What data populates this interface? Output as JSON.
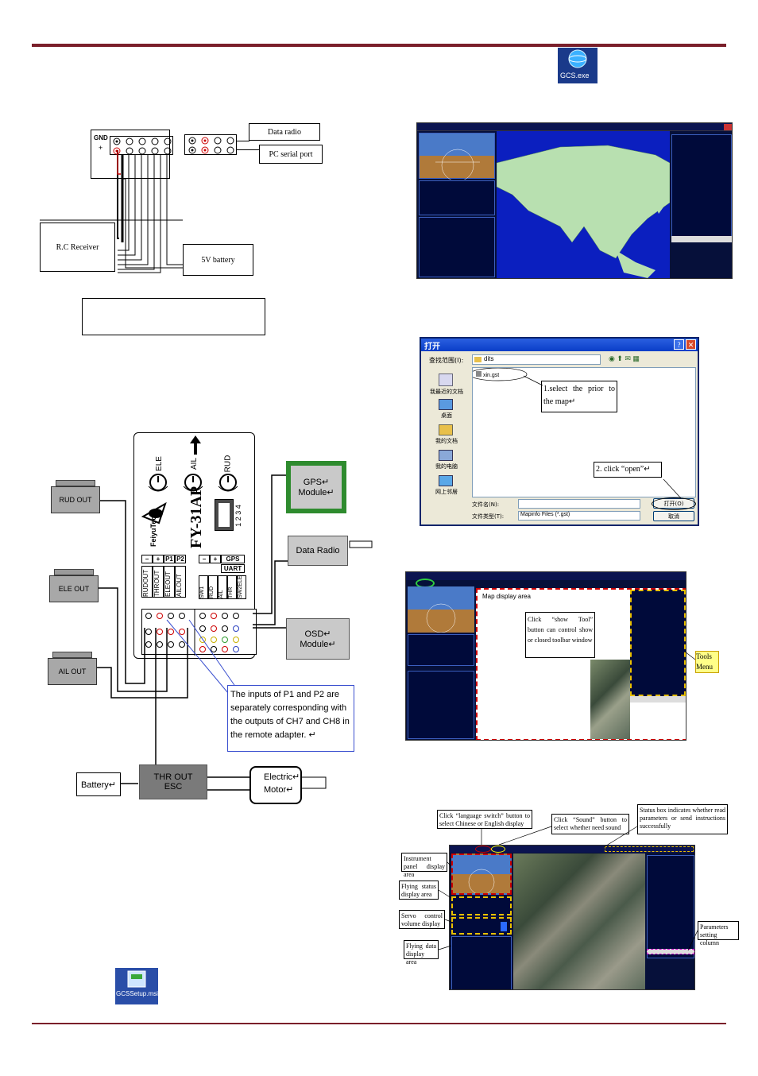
{
  "wiring_diagram": {
    "gnd": "GND",
    "plus": "+",
    "data_radio": "Data radio",
    "pc_serial_port": "PC serial port",
    "rc_receiver": "R.C Receiver",
    "battery_5v": "5V battery"
  },
  "fy31ap_diagram": {
    "brand": "FeiyuTech",
    "model": "FY-31AP",
    "top_labels": [
      "ELE",
      "AIL",
      "RUD"
    ],
    "switch_numbers": "1 2 3 4",
    "left_header": [
      "−",
      "+",
      "P1",
      "P2"
    ],
    "left_ports": [
      "RUDOUT",
      "THROUT",
      "ELEOUT",
      "AILOUT"
    ],
    "right_header": [
      "−",
      "+",
      "GPS",
      "UART"
    ],
    "right_ports": [
      "SW1",
      "RUD",
      "AIL",
      "THR",
      "SW2ELE"
    ],
    "gps_module": "GPS↵ Module↵",
    "data_radio": "Data Radio",
    "osd_module": "OSD↵ Module↵",
    "rud_out": "RUD OUT",
    "ele_out": "ELE OUT",
    "ail_out": "AIL OUT",
    "note": "The inputs of P1 and P2 are separately corresponding with the outputs of CH7 and CH8 in the remote adapter. ↵",
    "battery": "Battery↵",
    "thr_out": "THR OUT",
    "esc": "ESC",
    "electric_motor": "Electric↵ Motor↵"
  },
  "icons": {
    "gcs_exe": "GCS.exe",
    "gcs_setup": "GCSSetup.msi"
  },
  "open_dialog": {
    "title": "打开",
    "look_in_label": "查找范围(I):",
    "folder": "dits",
    "file": "xin.gst",
    "sidebar": [
      "我最近的文档",
      "桌面",
      "我的文档",
      "我的电脑",
      "网上邻居"
    ],
    "filename_label": "文件名(N):",
    "filetype_label": "文件类型(T):",
    "filetype_value": "Mapinfo Files (*.gst)",
    "open_button": "打开(O)",
    "cancel_button": "取消",
    "callout_select": "1.select the prior to the map↵",
    "callout_open": "2. click “open”↵"
  },
  "map_screenshot_2": {
    "map_display_area": "Map display area",
    "click_show_tool": "Click “show Tool” button can control show or closed toolbar window",
    "tools_menu": "Tools Menu"
  },
  "map_screenshot_3": {
    "language_switch": "Click “language switch” button to select Chinese or English display",
    "sound": "Click “Sound” button to select whether need sound",
    "status_box": "Status box indicates whether read parameters or send instructions successfully",
    "instrument_panel": "Instrument panel display area",
    "flying_status": "Flying status display area",
    "servo_control": "Servo control volume display",
    "flying_data": "Flying data display area",
    "parameters_column": "Parameters setting column"
  },
  "colors": {
    "rule": "#7a1f2a",
    "gps_border": "#2e8b2e",
    "note_border": "#3a4fcf",
    "ocean": "#0b1fbf",
    "land": "#b8e0b0"
  }
}
